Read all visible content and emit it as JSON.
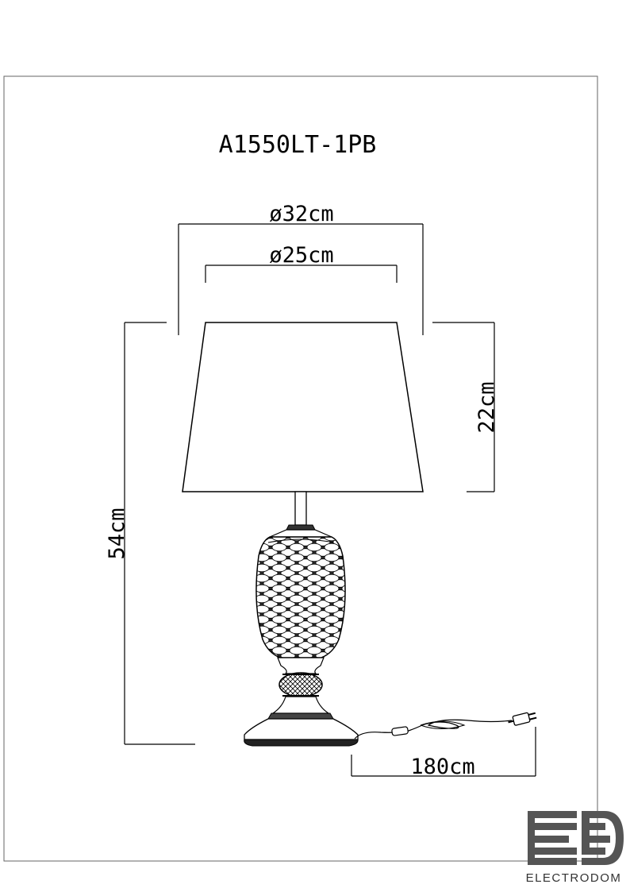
{
  "product": {
    "model": "A1550LT-1PB"
  },
  "dimensions": {
    "shade_outer_diameter": "ø32cm",
    "shade_inner_diameter": "ø25cm",
    "shade_height": "22cm",
    "total_height": "54cm",
    "cable_length": "180cm"
  },
  "brand": {
    "name": "ELECTRODOM"
  },
  "colors": {
    "line": "#000000",
    "brand_logo": "#555555"
  }
}
